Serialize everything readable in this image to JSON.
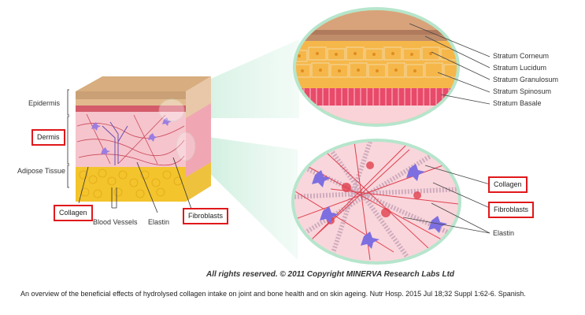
{
  "left_labels": {
    "epidermis": "Epidermis",
    "dermis": "Dermis",
    "adipose": "Adipose Tissue"
  },
  "bottom_labels": {
    "collagen": "Collagen",
    "blood_vessels": "Blood Vessels",
    "elastin": "Elastin",
    "fibroblasts": "Fibroblasts"
  },
  "epidermis_layers": [
    "Stratum Corneum",
    "Stratum Lucidum",
    "Stratum Granulosum",
    "Stratum Spinosum",
    "Stratum Basale"
  ],
  "dermis_detail": {
    "collagen": "Collagen",
    "fibroblasts": "Fibroblasts",
    "elastin": "Elastin"
  },
  "copyright": "All rights reserved. © 2011 Copyright MINERVA Research Labs Ltd",
  "caption": "An overview of the beneficial effects of hydrolysed collagen intake on joint and bone health and on skin ageing. Nutr Hosp. 2015 Jul 18;32 Suppl 1:62-6. Spanish.",
  "colors": {
    "highlight_box": "#e0181b",
    "epidermis": "#c79a6c",
    "dermis": "#f3b6bf",
    "adipose": "#f3c42c",
    "circle_rim": "#b6e5cc"
  }
}
